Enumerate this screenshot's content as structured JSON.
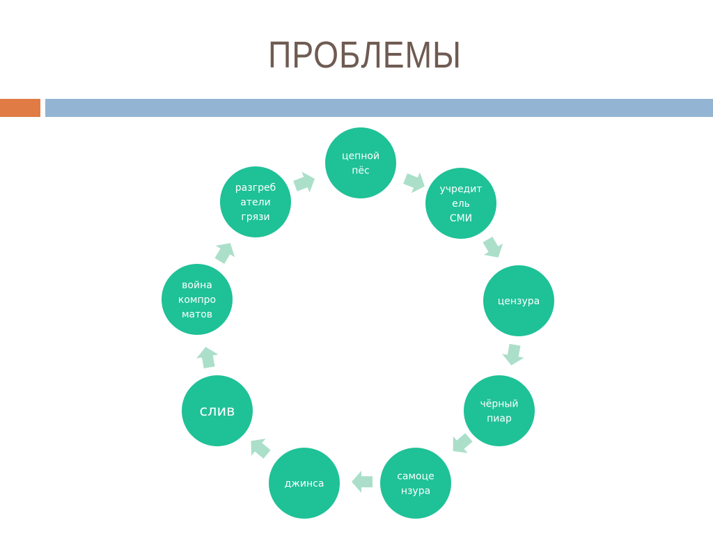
{
  "title": "ПРОБЛЕМЫ",
  "colors": {
    "node": "#1fc197",
    "arrow": "#abdfca",
    "title": "#6e5b52",
    "accent_orange": "#e07b46",
    "accent_blue": "#93b5d3"
  },
  "cycle": [
    {
      "lines": [
        "цепной",
        "пёс"
      ]
    },
    {
      "lines": [
        "учредит",
        "ель",
        "СМИ"
      ]
    },
    {
      "lines": [
        "цензура"
      ]
    },
    {
      "lines": [
        "чёрный",
        "пиар"
      ]
    },
    {
      "lines": [
        "самоце",
        "нзура"
      ]
    },
    {
      "lines": [
        "джинса"
      ]
    },
    {
      "lines": [
        "слив"
      ],
      "emphasis": true
    },
    {
      "lines": [
        "война",
        "компро",
        "матов"
      ]
    },
    {
      "lines": [
        "разгреб",
        "атели",
        "грязи"
      ]
    }
  ]
}
